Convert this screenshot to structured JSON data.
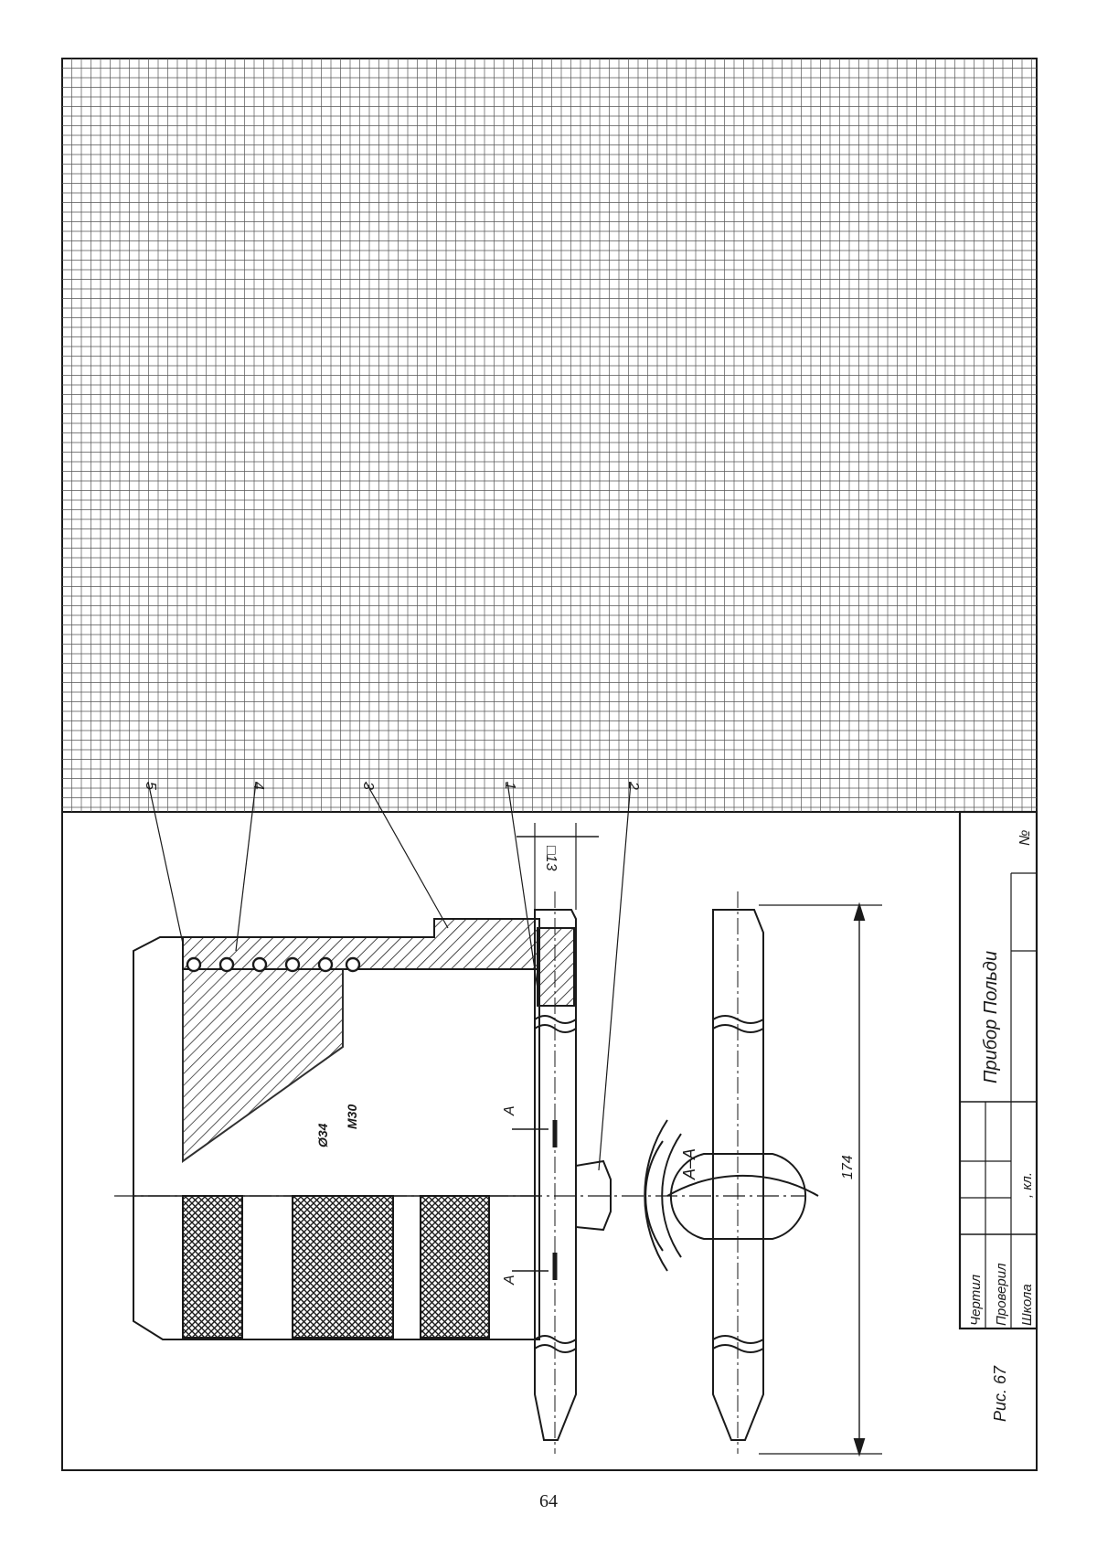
{
  "drawing": {
    "part_labels": [
      "5",
      "4",
      "3",
      "1",
      "2"
    ],
    "dims": {
      "square": "□13",
      "thread": "M30",
      "diameter": "Ø34",
      "length": "174"
    },
    "section_mark": "A",
    "section_title": "А–А",
    "figure_caption": "Рис. 67"
  },
  "title_block": {
    "row1": "Чертил",
    "row2": "Проверил",
    "row3": "Школа",
    "class_text": ", кл.",
    "title": "Прибор Польди",
    "number_label": "№"
  },
  "page_number": "64",
  "colors": {
    "ink": "#1a1a1a",
    "grid": "#555555",
    "paper": "#ffffff"
  }
}
